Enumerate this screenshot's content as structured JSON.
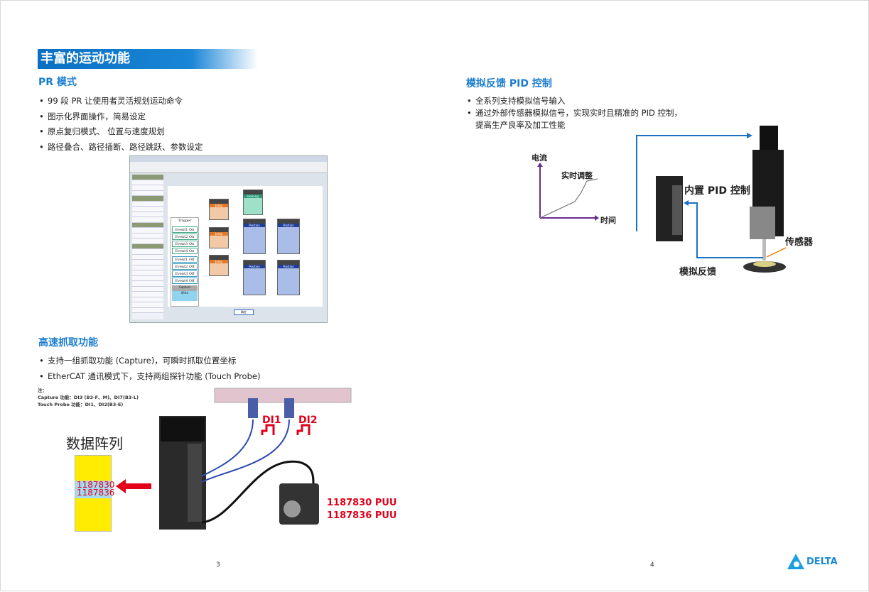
{
  "left": {
    "banner": "丰富的运动功能",
    "pr": {
      "title": "PR 模式",
      "bullets": [
        "99 段 PR 让使用者灵活规划运动命令",
        "图示化界面操作，简易设定",
        "原点复归模式、 位置与速度规划",
        "路径叠合、路径插断、路径跳跃、参数设定"
      ]
    },
    "software": {
      "trigger": "Trigger",
      "events": [
        "Event1 On",
        "Event2 On",
        "Event3 On",
        "Event4 On",
        "Event1 Off",
        "Event2 Off",
        "Event3 Off",
        "Event4 Off"
      ],
      "capture": "Capture",
      "write": "Write",
      "homing": "Homing",
      "jump": "Jump",
      "position": "Position",
      "ok": "确定"
    },
    "capture": {
      "title": "高速抓取功能",
      "bullets": [
        "支持一组抓取功能 (Capture)，可瞬时抓取位置坐标",
        "EtherCAT 通讯模式下，支持两组探针功能 (Touch Probe)"
      ],
      "notes": [
        "注：",
        "Capture 功能：DI3 (B3-F、M)、DI7(B3-L)",
        "Touch Probe 功能：DI1、DI2(B3-E)"
      ],
      "array_label": "数据阵列",
      "array_values": [
        "1187830",
        "1187836"
      ],
      "di1": "DI1",
      "di2": "DI2",
      "puu": [
        "1187830 PUU",
        "1187836 PUU"
      ]
    },
    "page_number": "3"
  },
  "right": {
    "pid": {
      "title": "模拟反馈 PID 控制",
      "bullets": [
        "全系列支持模拟信号输入",
        "通过外部传感器模拟信号，实现实时且精准的 PID 控制，\n提高生产良率及加工性能"
      ],
      "ylabel": "电流",
      "xlabel": "时间",
      "curve_label": "实时调整",
      "builtin": "内置 PID 控制",
      "sensor": "传感器",
      "feedback": "模拟反馈"
    },
    "page_number": "4",
    "logo": "DELTA"
  },
  "colors": {
    "accent": "#1a7dd0",
    "red": "#e2001a",
    "arrow": "#1a72c0",
    "axis": "#6a2c8c"
  }
}
